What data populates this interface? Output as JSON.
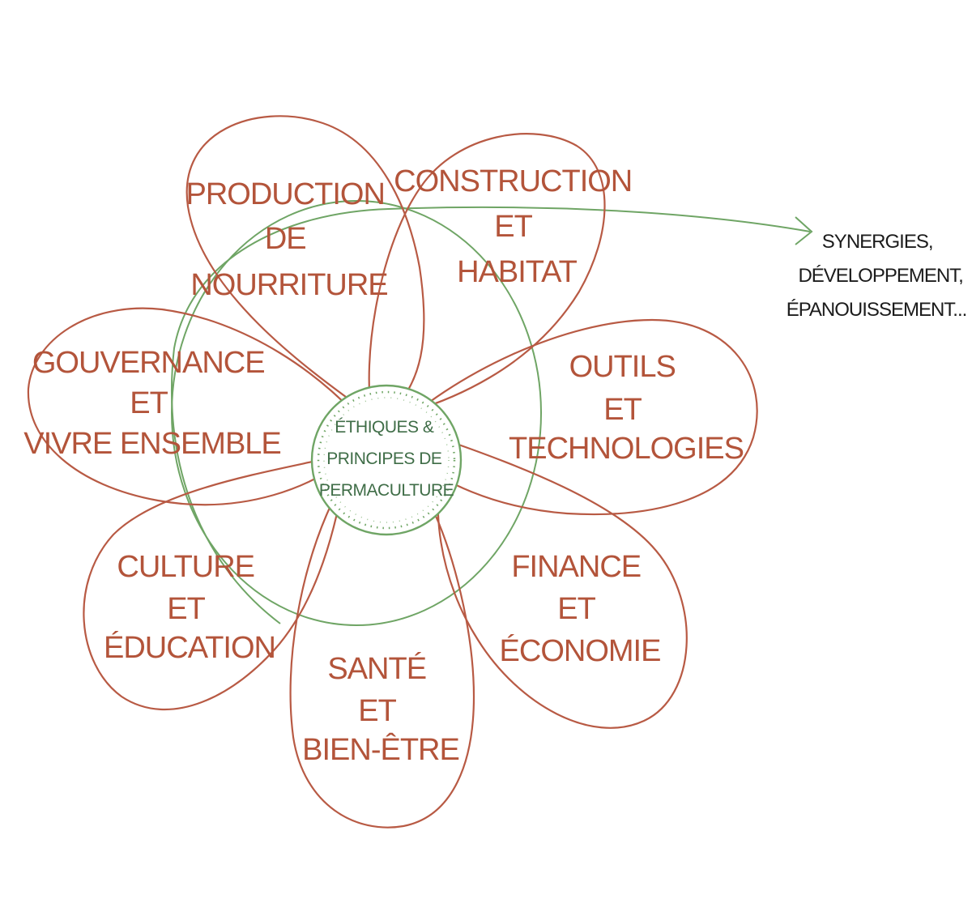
{
  "petals": [
    {
      "id": "nourriture",
      "lines": [
        "PRODUCTION",
        "DE",
        "NOURRITURE"
      ]
    },
    {
      "id": "habitat",
      "lines": [
        "CONSTRUCTION",
        "ET",
        "HABITAT"
      ]
    },
    {
      "id": "outils",
      "lines": [
        "OUTILS",
        "ET",
        "TECHNOLOGIES"
      ]
    },
    {
      "id": "finance",
      "lines": [
        "FINANCE",
        "ET",
        "ÉCONOMIE"
      ]
    },
    {
      "id": "sante",
      "lines": [
        "SANTÉ",
        "ET",
        "BIEN-ÊTRE"
      ]
    },
    {
      "id": "culture",
      "lines": [
        "CULTURE",
        "ET",
        "ÉDUCATION"
      ]
    },
    {
      "id": "gouvernance",
      "lines": [
        "GOUVERNANCE",
        "ET",
        "VIVRE ENSEMBLE"
      ]
    }
  ],
  "center": {
    "lines": [
      "ÉTHIQUES &",
      "PRINCIPES DE",
      "PERMACULTURE"
    ]
  },
  "outcome": {
    "lines": [
      "SYNERGIES,",
      "DÉVELOPPEMENT,",
      "ÉPANOUISSEMENT..."
    ]
  },
  "colors": {
    "petal_stroke": "#b85a44",
    "petal_text": "#b3543a",
    "green": "#6fa565",
    "center_text": "#3f6d47",
    "outcome_text": "#1c1c1c"
  }
}
